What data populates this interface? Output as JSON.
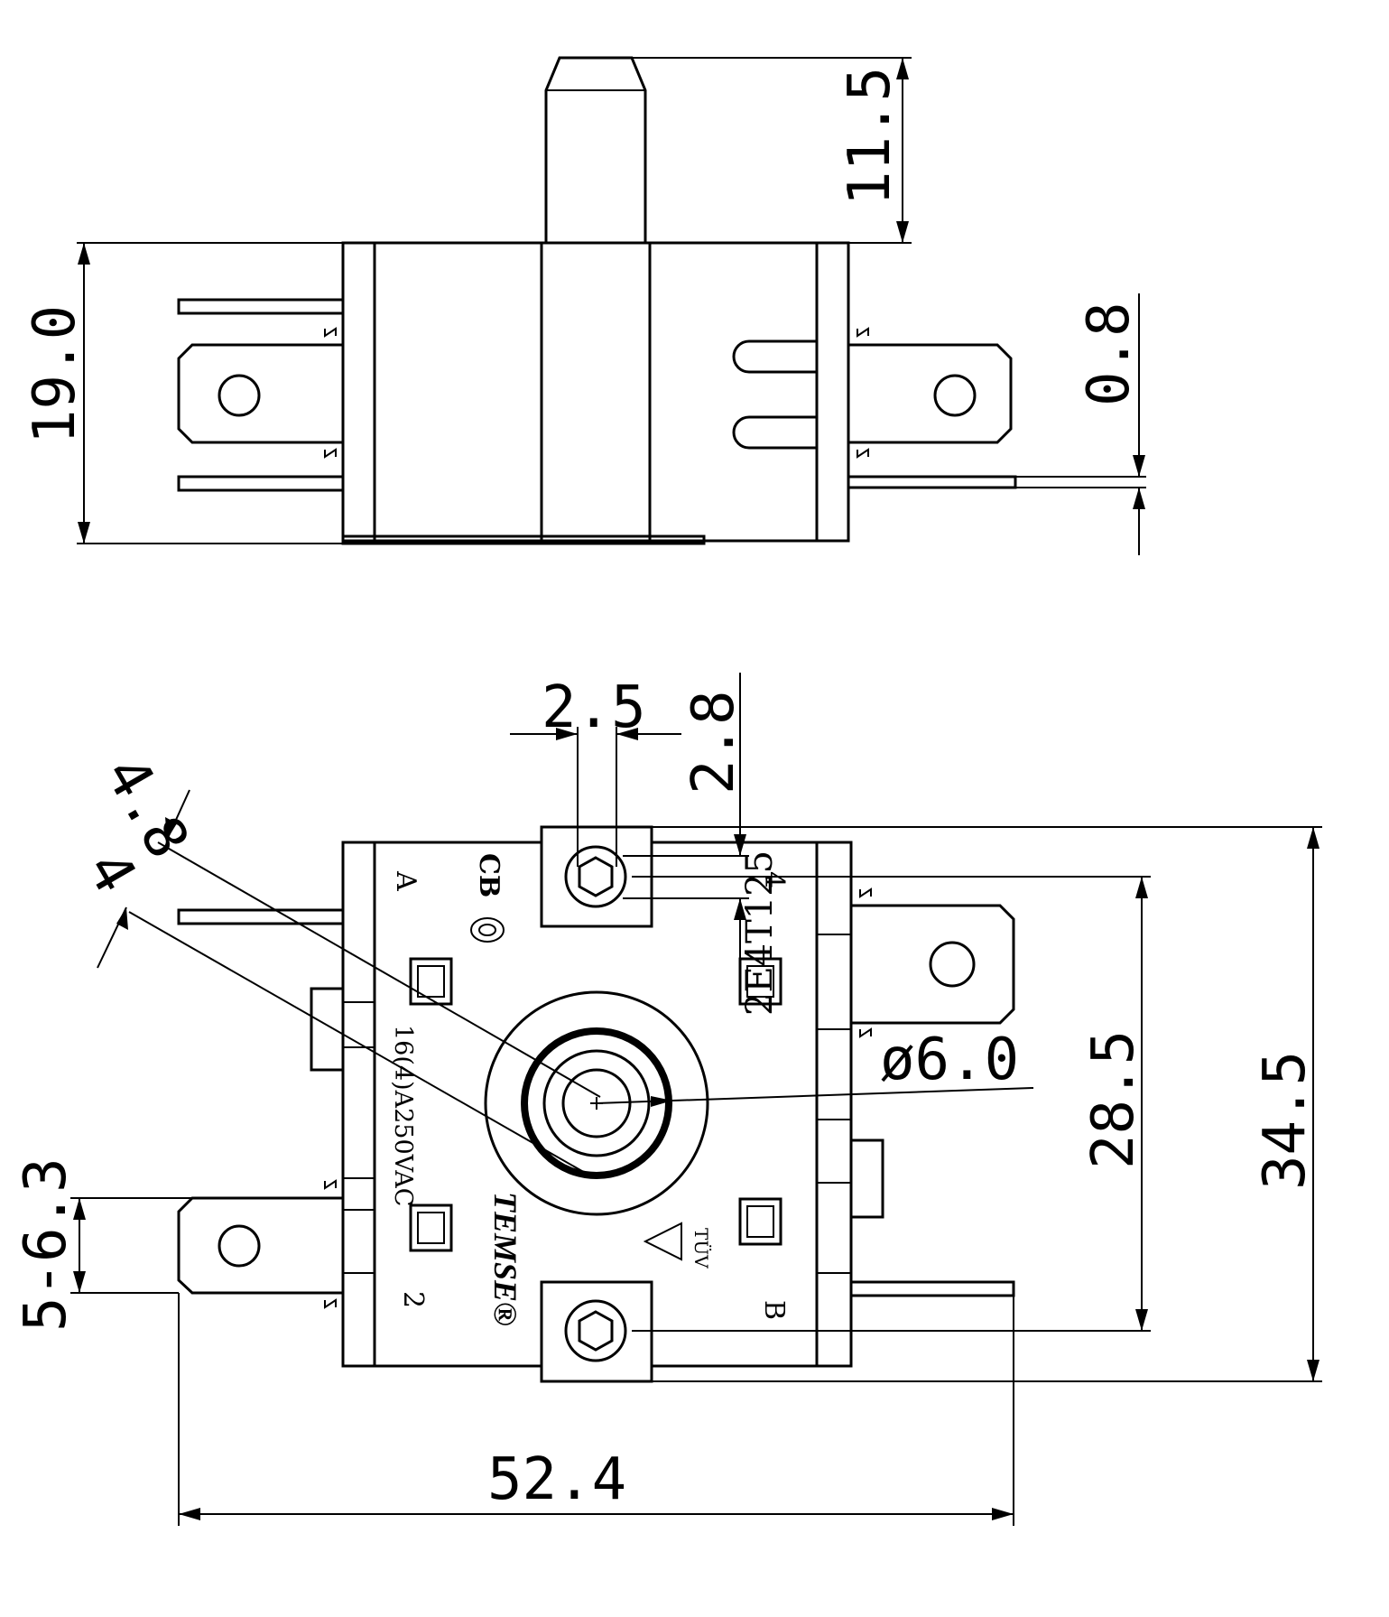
{
  "dimensions": {
    "top_height": "11.5",
    "body_height": "19.0",
    "terminal_thickness": "0.8",
    "gap_a": "2.5",
    "gap_b": "2.8",
    "angle_outer": "4.8",
    "angle_inner": "4",
    "shaft_diameter": "ø6.0",
    "pitch_mid": "28.5",
    "total_height": "34.5",
    "terminal_width": "5-6.3",
    "total_width": "52.4"
  },
  "markings": {
    "terminal_a": "A",
    "terminal_b": "B",
    "terminal_2": "2",
    "terminal_4": "4",
    "cb": "CB",
    "rating": "16(4)A250VAC",
    "model": "2E4T125",
    "brand": "TEMSE®",
    "tuv": "TÜV"
  }
}
